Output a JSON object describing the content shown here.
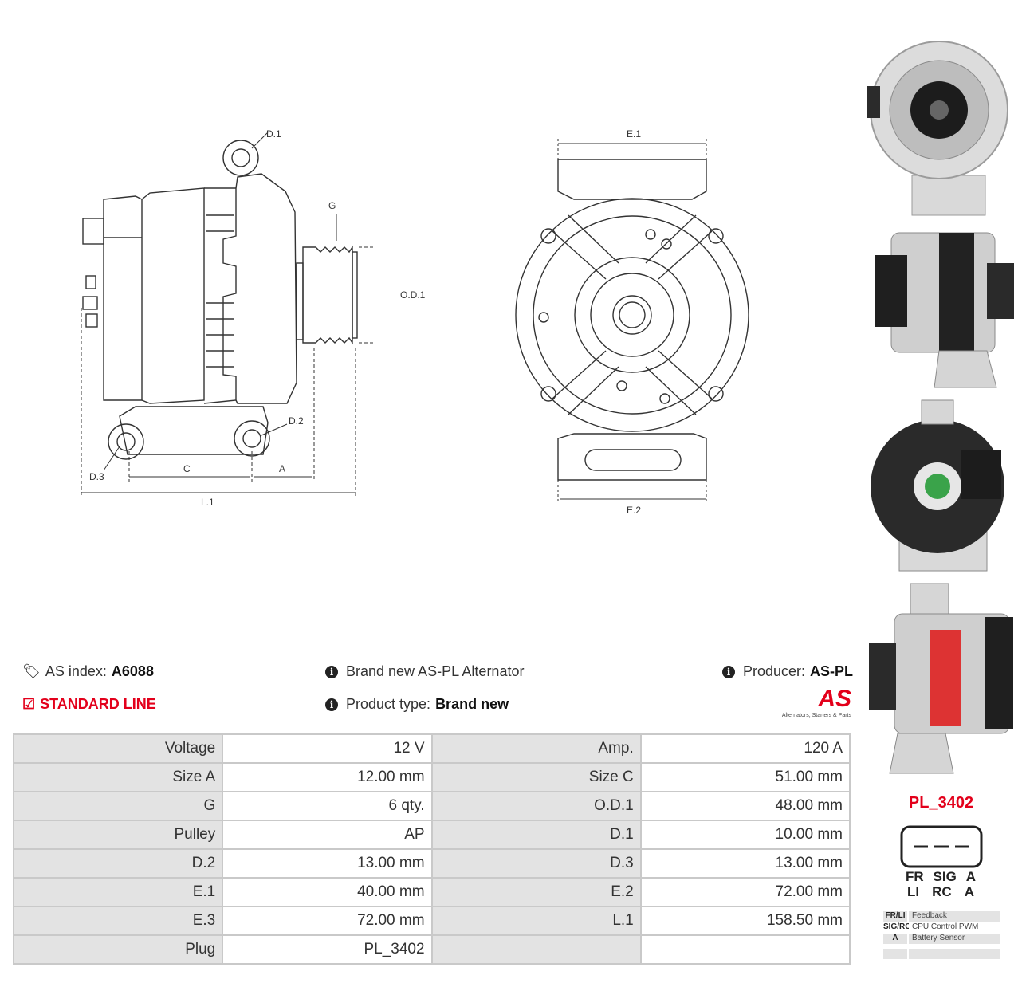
{
  "drawing_labels": {
    "d1": "D.1",
    "g": "G",
    "od1": "O.D.1",
    "d2": "D.2",
    "d3": "D.3",
    "c": "C",
    "a": "A",
    "l1": "L.1",
    "e1": "E.1",
    "e2": "E.2"
  },
  "info": {
    "as_index_label": "AS index:",
    "as_index_value": "A6088",
    "standard_line": "STANDARD LINE",
    "brand_new": "Brand new AS-PL Alternator",
    "product_type_label": "Product type:",
    "product_type_value": "Brand new",
    "producer_label": "Producer:",
    "producer_value": "AS-PL",
    "logo_text": "AS",
    "logo_tagline": "Alternators, Starters & Parts"
  },
  "specs": [
    [
      "Voltage",
      "12 V",
      "Amp.",
      "120 A"
    ],
    [
      "Size A",
      "12.00 mm",
      "Size C",
      "51.00 mm"
    ],
    [
      "G",
      "6 qty.",
      "O.D.1",
      "48.00 mm"
    ],
    [
      "Pulley",
      "AP",
      "D.1",
      "10.00 mm"
    ],
    [
      "D.2",
      "13.00 mm",
      "D.3",
      "13.00 mm"
    ],
    [
      "E.1",
      "40.00 mm",
      "E.2",
      "72.00 mm"
    ],
    [
      "E.3",
      "72.00 mm",
      "L.1",
      "158.50 mm"
    ],
    [
      "Plug",
      "PL_3402",
      "",
      ""
    ]
  ],
  "plug": {
    "code": "PL_3402",
    "pins_row1": [
      "FR",
      "SIG",
      "A"
    ],
    "pins_row2": [
      "LI",
      "RC",
      "A"
    ],
    "legend": [
      {
        "code": "FR/LI",
        "desc": "Feedback"
      },
      {
        "code": "SIG/RC",
        "desc": "CPU Control PWM"
      },
      {
        "code": "A",
        "desc": "Battery Sensor"
      },
      {
        "code": "",
        "desc": ""
      }
    ]
  },
  "icons": {
    "tag": "tag-icon",
    "check": "check-square-icon",
    "info": "info-icon"
  },
  "colors": {
    "accent": "#e3001b",
    "table_key_bg": "#e3e3e3",
    "table_border": "#c9c9c9"
  }
}
